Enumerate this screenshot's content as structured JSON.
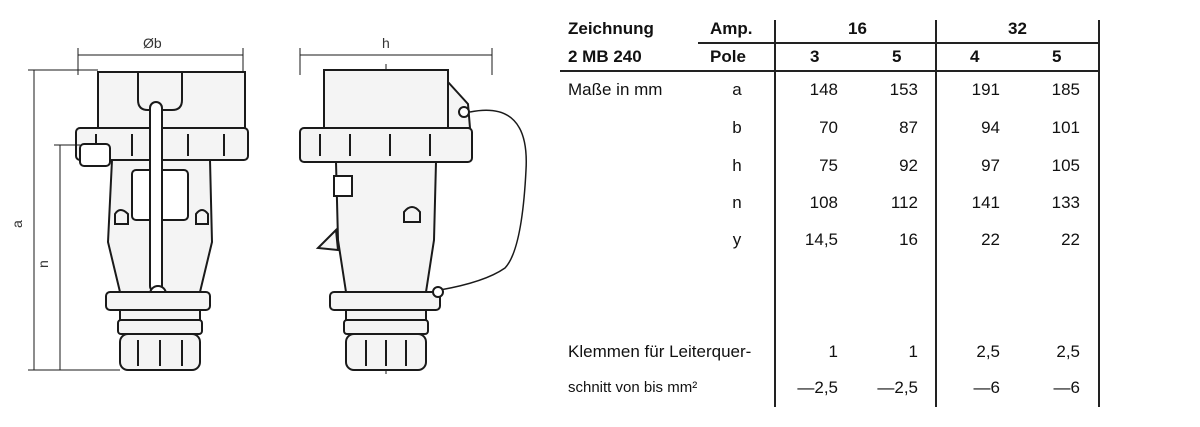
{
  "drawing": {
    "dim_phi_b": "Øb",
    "dim_h": "h",
    "dim_a": "a",
    "dim_n": "n"
  },
  "table": {
    "header1": {
      "label": "Zeichnung",
      "amp_label": "Amp.",
      "amp16": "16",
      "amp32": "32"
    },
    "header2": {
      "label": "2 MB 240",
      "pole_label": "Pole",
      "poles": [
        "3",
        "5",
        "4",
        "5"
      ]
    },
    "dims_label": "Maße in mm",
    "rows": [
      {
        "key": "a",
        "values": [
          "148",
          "153",
          "191",
          "185"
        ]
      },
      {
        "key": "b",
        "values": [
          "70",
          "87",
          "94",
          "101"
        ]
      },
      {
        "key": "h",
        "values": [
          "75",
          "92",
          "97",
          "105"
        ]
      },
      {
        "key": "n",
        "values": [
          "108",
          "112",
          "141",
          "133"
        ]
      },
      {
        "key": "y",
        "values": [
          "14,5",
          "16",
          "22",
          "22"
        ]
      }
    ],
    "klemmen_label1": "Klemmen für Leiterquer-",
    "klemmen_label2": "schnitt von bis mm²",
    "klemmen_row1": [
      "1",
      "1",
      "2,5",
      "2,5"
    ],
    "klemmen_row2": [
      "—2,5",
      "—2,5",
      "—6",
      "—6"
    ]
  }
}
